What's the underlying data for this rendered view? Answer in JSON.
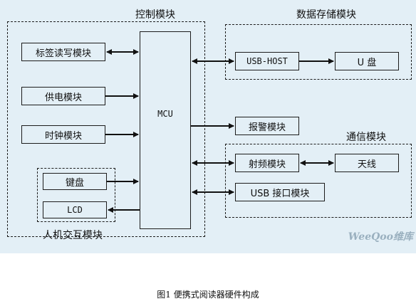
{
  "groups": {
    "control": "控制模块",
    "storage": "数据存储模块",
    "comm": "通信模块",
    "hmi": "人机交互模块"
  },
  "mcu": "MCU",
  "blocks": {
    "tag_rw": "标签读写模块",
    "power": "供电模块",
    "clock": "时钟模块",
    "keyboard": "键盘",
    "lcd": "LCD",
    "usb_host": "USB-HOST",
    "u_disk": "U 盘",
    "alarm": "报警模块",
    "rf": "射频模块",
    "antenna": "天线",
    "usb_port": "USB 接口模块"
  },
  "watermark": "WeeQoo维库",
  "caption": "图1  便携式阅读器硬件构成"
}
